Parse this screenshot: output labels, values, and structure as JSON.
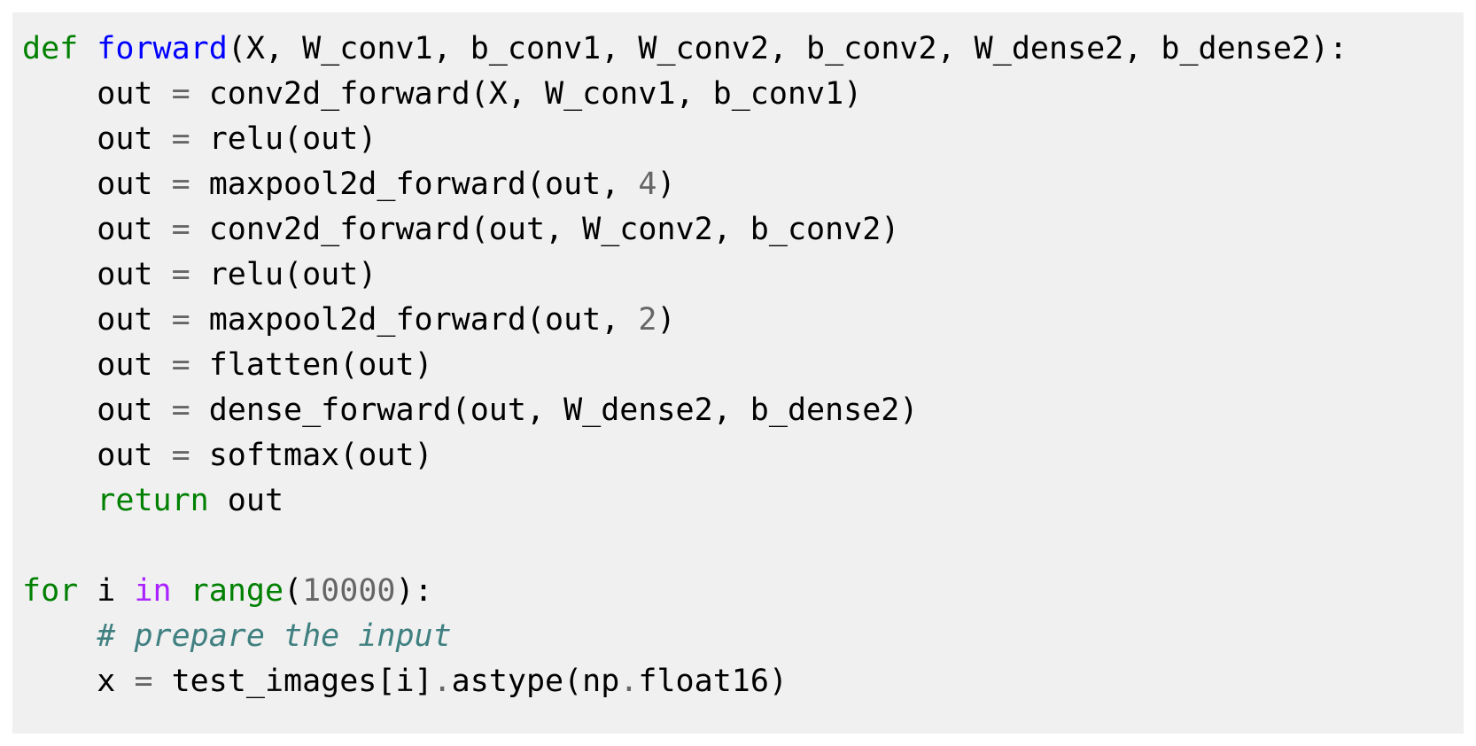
{
  "page": {
    "background_color": "#ffffff",
    "panel_background_color": "#f0f0f1"
  },
  "code": {
    "language": "python",
    "palette": {
      "plain": {
        "color": "#000000"
      },
      "kw": {
        "color": "#008000"
      },
      "fn": {
        "color": "#0000ff"
      },
      "ow": {
        "color": "#aa22ff"
      },
      "builtin": {
        "color": "#008000"
      },
      "num": {
        "color": "#666666"
      },
      "op": {
        "color": "#666666"
      },
      "comment": {
        "color": "#408080",
        "italic": true
      }
    },
    "lines": [
      {
        "tokens": [
          {
            "t": "def",
            "c": "kw"
          },
          {
            "t": " "
          },
          {
            "t": "forward",
            "c": "fn"
          },
          {
            "t": "(X, W_conv1, b_conv1, W_conv2, b_conv2, W_dense2, b_dense2):"
          }
        ]
      },
      {
        "tokens": [
          {
            "t": "    out "
          },
          {
            "t": "=",
            "c": "op"
          },
          {
            "t": " conv2d_forward(X, W_conv1, b_conv1)"
          }
        ]
      },
      {
        "tokens": [
          {
            "t": "    out "
          },
          {
            "t": "=",
            "c": "op"
          },
          {
            "t": " relu(out)"
          }
        ]
      },
      {
        "tokens": [
          {
            "t": "    out "
          },
          {
            "t": "=",
            "c": "op"
          },
          {
            "t": " maxpool2d_forward(out, "
          },
          {
            "t": "4",
            "c": "num"
          },
          {
            "t": ")"
          }
        ]
      },
      {
        "tokens": [
          {
            "t": "    out "
          },
          {
            "t": "=",
            "c": "op"
          },
          {
            "t": " conv2d_forward(out, W_conv2, b_conv2)"
          }
        ]
      },
      {
        "tokens": [
          {
            "t": "    out "
          },
          {
            "t": "=",
            "c": "op"
          },
          {
            "t": " relu(out)"
          }
        ]
      },
      {
        "tokens": [
          {
            "t": "    out "
          },
          {
            "t": "=",
            "c": "op"
          },
          {
            "t": " maxpool2d_forward(out, "
          },
          {
            "t": "2",
            "c": "num"
          },
          {
            "t": ")"
          }
        ]
      },
      {
        "tokens": [
          {
            "t": "    out "
          },
          {
            "t": "=",
            "c": "op"
          },
          {
            "t": " flatten(out)"
          }
        ]
      },
      {
        "tokens": [
          {
            "t": "    out "
          },
          {
            "t": "=",
            "c": "op"
          },
          {
            "t": " dense_forward(out, W_dense2, b_dense2)"
          }
        ]
      },
      {
        "tokens": [
          {
            "t": "    out "
          },
          {
            "t": "=",
            "c": "op"
          },
          {
            "t": " softmax(out)"
          }
        ]
      },
      {
        "tokens": [
          {
            "t": "    "
          },
          {
            "t": "return",
            "c": "kw"
          },
          {
            "t": " out"
          }
        ]
      },
      {
        "tokens": []
      },
      {
        "tokens": [
          {
            "t": "for",
            "c": "kw"
          },
          {
            "t": " i "
          },
          {
            "t": "in",
            "c": "ow"
          },
          {
            "t": " "
          },
          {
            "t": "range",
            "c": "builtin"
          },
          {
            "t": "("
          },
          {
            "t": "10000",
            "c": "num"
          },
          {
            "t": "):"
          }
        ]
      },
      {
        "tokens": [
          {
            "t": "    "
          },
          {
            "t": "# prepare the input",
            "c": "comment"
          }
        ]
      },
      {
        "tokens": [
          {
            "t": "    x "
          },
          {
            "t": "=",
            "c": "op"
          },
          {
            "t": " test_images[i]"
          },
          {
            "t": ".",
            "c": "op"
          },
          {
            "t": "astype(np"
          },
          {
            "t": ".",
            "c": "op"
          },
          {
            "t": "float16)"
          }
        ]
      }
    ]
  }
}
